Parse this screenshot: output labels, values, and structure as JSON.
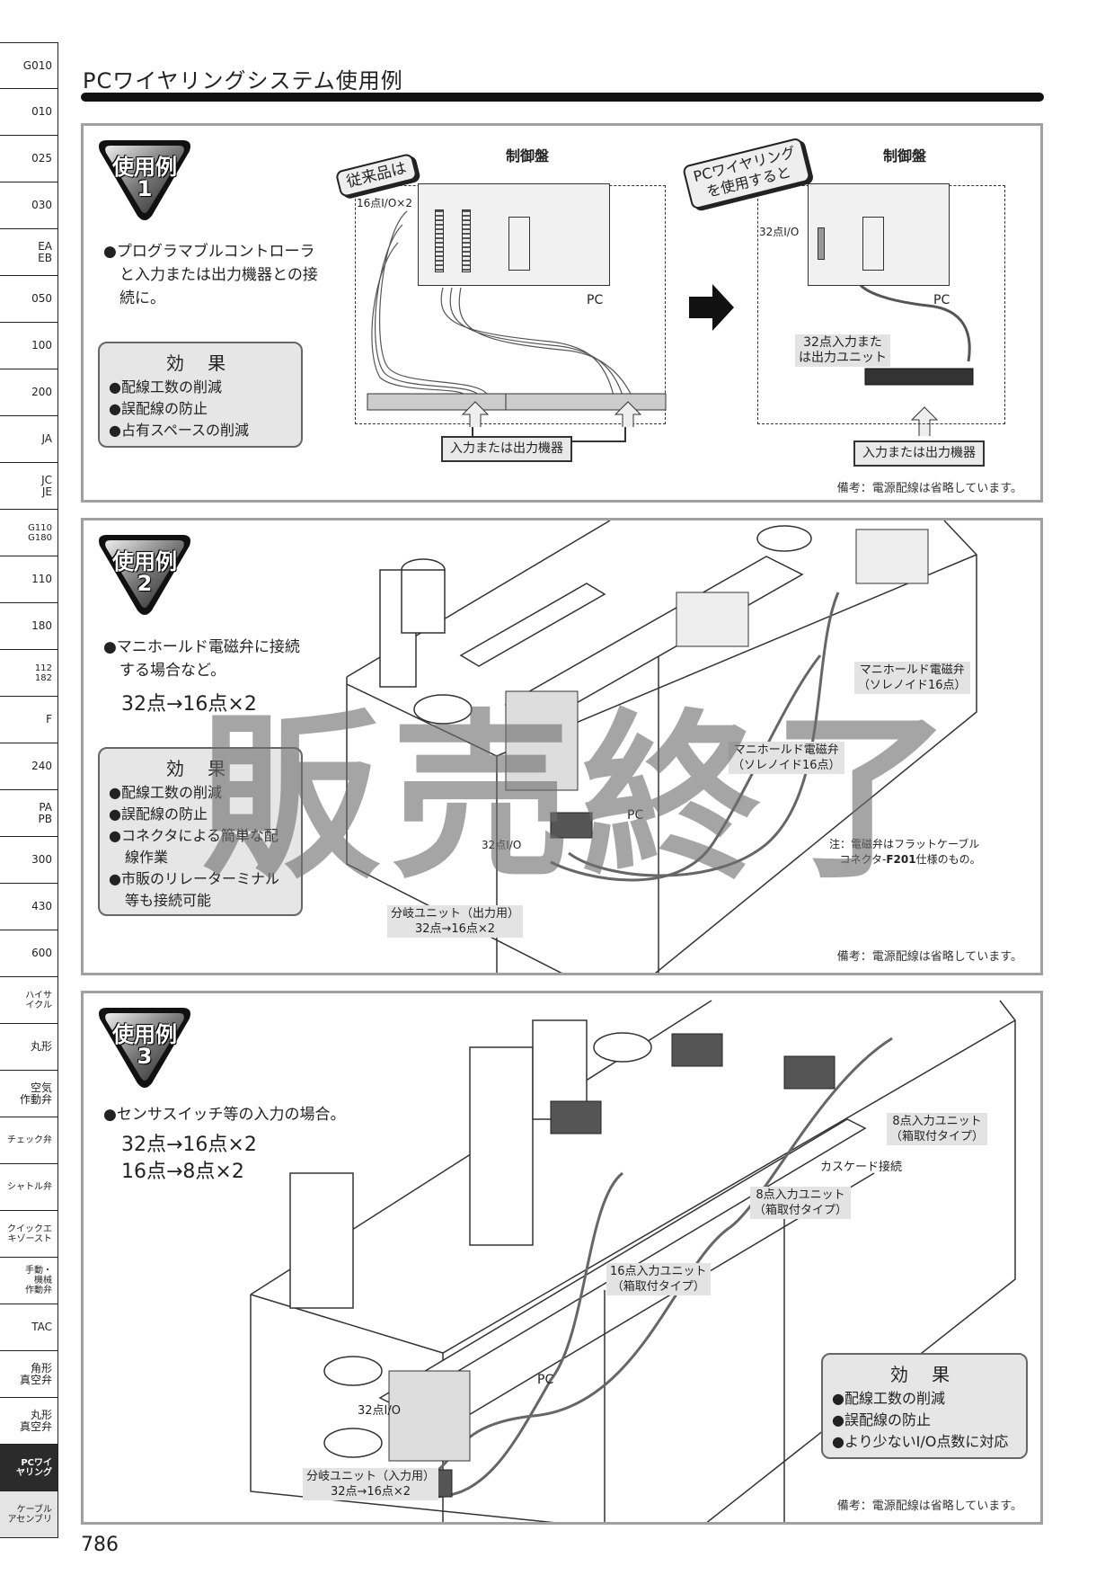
{
  "sidebar": {
    "tabs": [
      "G010",
      "010",
      "025",
      "030",
      "EA\nEB",
      "050",
      "100",
      "200",
      "JA",
      "JC\nJE",
      "G110\nG180",
      "110",
      "180",
      "112\n182",
      "F",
      "240",
      "PA\nPB",
      "300",
      "430",
      "600",
      "ハイサ\nイクル",
      "丸形",
      "空気\n作動弁",
      "チェック弁",
      "シャトル弁",
      "クイックエ\nキゾースト",
      "手動・\n機械\n作動弁",
      "TAC",
      "角形\n真空弁",
      "丸形\n真空弁",
      "PCワイ\nヤリング",
      "ケーブル\nアセンブリ"
    ],
    "active_tab": "PCワイ\nヤリング"
  },
  "page_title": "PCワイヤリングシステム使用例",
  "example1": {
    "badge_label": "使用例",
    "badge_number": "1",
    "lead_line1": "●プログラマブルコントローラ",
    "lead_line2": "と入力または出力機器との接",
    "lead_line3": "続に。",
    "effect_title": "効 果",
    "effects": [
      "●配線工数の削減",
      "●誤配線の防止",
      "●占有スペースの削減"
    ],
    "before_tag": "従来品は",
    "after_tag_line1": "PCワイヤリング",
    "after_tag_line2": "を使用すると",
    "panel_heading": "制御盤",
    "before_io": "16点I/O×2",
    "after_io": "32点I/O",
    "pc_label": "PC",
    "unit_label_line1": "32点入力また",
    "unit_label_line2": "は出力ユニット",
    "device_label": "入力または出力機器",
    "note": "備考：電源配線は省略しています。"
  },
  "example2": {
    "badge_label": "使用例",
    "badge_number": "2",
    "lead_line1": "●マニホールド電磁弁に接続",
    "lead_line2": "する場合など。",
    "ratio": "32点→16点×2",
    "effect_title": "効 果",
    "effects": [
      "●配線工数の削減",
      "●誤配線の防止",
      "●コネクタによる簡単な配",
      "線作業",
      "●市販のリレーターミナル",
      "等も接続可能"
    ],
    "watermark": "販売終了",
    "valve_upper_line1": "マニホールド電磁弁",
    "valve_upper_line2": "（ソレノイド16点）",
    "valve_lower_line1": "マニホールド電磁弁",
    "valve_lower_line2": "（ソレノイド16点）",
    "pc_label": "PC",
    "io_label": "32点I/O",
    "branch_line1": "分岐ユニット（出力用）",
    "branch_line2": "32点→16点×2",
    "remark_line1": "注：電磁弁はフラットケーブル",
    "remark_line2_a": "コネクタ-",
    "remark_line2_b": "F201",
    "remark_line2_c": "仕様のもの。",
    "note": "備考：電源配線は省略しています。"
  },
  "example3": {
    "badge_label": "使用例",
    "badge_number": "3",
    "lead_line1": "●センサスイッチ等の入力の場合。",
    "ratio1": "32点→16点×2",
    "ratio2": "16点→8点×2",
    "unit8_upper_line1": "8点入力ユニット",
    "unit8_upper_line2": "（箱取付タイプ）",
    "cascade": "カスケード接続",
    "unit8_mid_line1": "8点入力ユニット",
    "unit8_mid_line2": "（箱取付タイプ）",
    "unit16_line1": "16点入力ユニット",
    "unit16_line2": "（箱取付タイプ）",
    "pc_label": "PC",
    "io_label": "32点I/O",
    "branch_line1": "分岐ユニット（入力用）",
    "branch_line2": "32点→16点×2",
    "effect_title": "効 果",
    "effects": [
      "●配線工数の削減",
      "●誤配線の防止",
      "●より少ないI/O点数に対応"
    ],
    "note": "備考：電源配線は省略しています。"
  },
  "page_number": "786"
}
